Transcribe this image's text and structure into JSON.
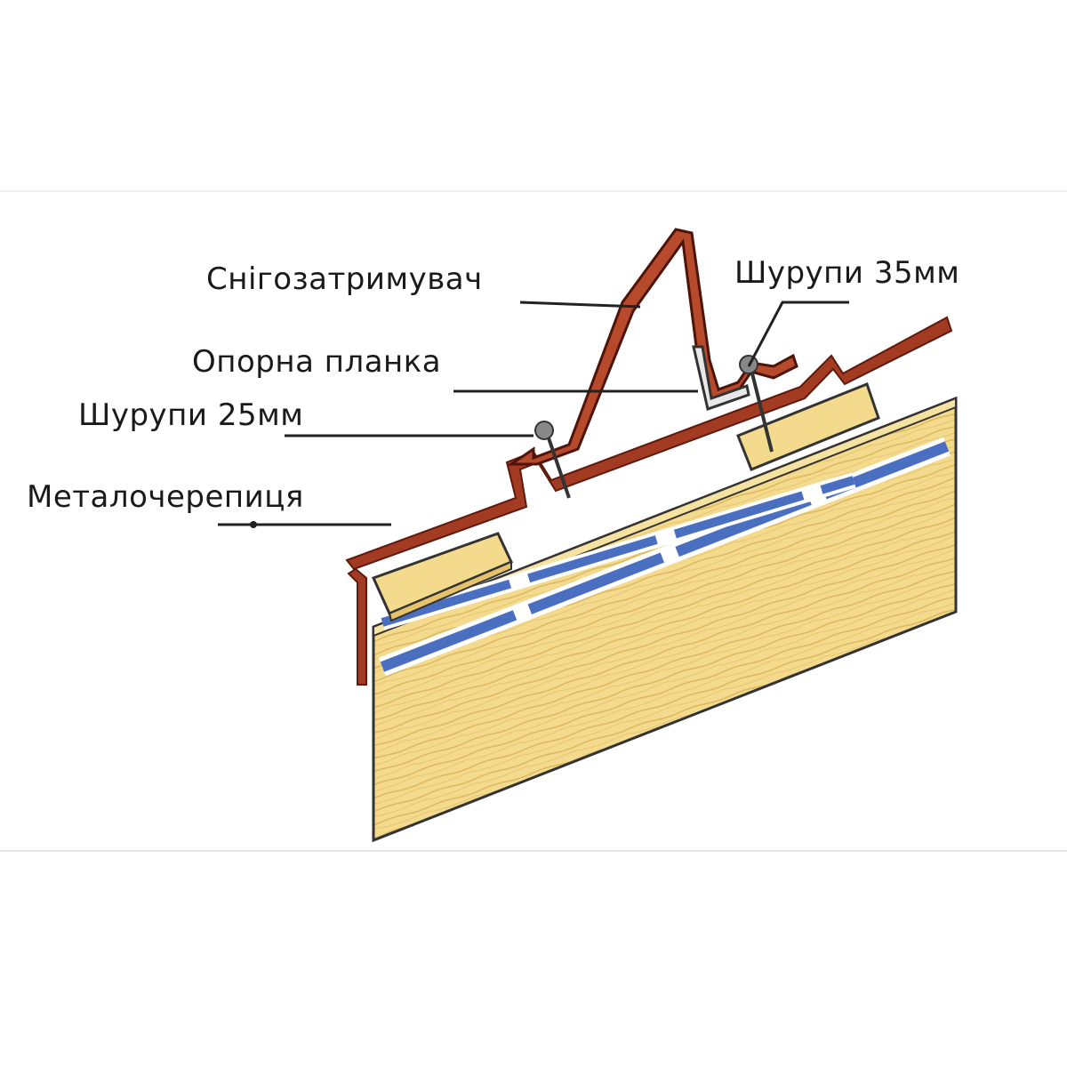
{
  "diagram": {
    "labels": {
      "snow_guard": "Снігозатримувач",
      "screws_35": "Шурупи 35мм",
      "support_bar": "Опорна планка",
      "screws_25": "Шурупи 25мм",
      "metal_tile": "Металочерепиця"
    },
    "colors": {
      "metal": "#8b2a1a",
      "metal_light": "#c0624a",
      "wood": "#f3d98a",
      "wood_dark": "#d9b35a",
      "membrane": "#4a6fc0",
      "outline": "#333333"
    }
  }
}
